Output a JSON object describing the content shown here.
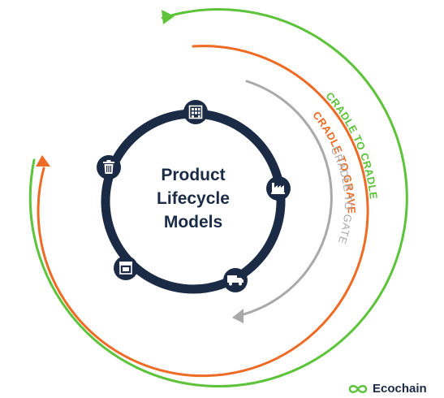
{
  "center": {
    "line1": "Product",
    "line2": "Lifecycle",
    "line3": "Models"
  },
  "models": [
    {
      "label": "CRADLE TO CRADLE",
      "color": "#5cc33b"
    },
    {
      "label": "CRADLE TO GRAVE",
      "color": "#ee6b25"
    },
    {
      "label": "CRADLE TO GATE",
      "color": "#a9a9a9"
    }
  ],
  "stages": [
    {
      "icon": "factory-building-icon"
    },
    {
      "icon": "manufacturing-plant-icon"
    },
    {
      "icon": "delivery-truck-icon"
    },
    {
      "icon": "retail-store-icon"
    },
    {
      "icon": "trash-bin-icon"
    }
  ],
  "colors": {
    "ring": "#1b2b45",
    "icon_fill": "#1b2b45",
    "icon_glyph": "#ffffff"
  },
  "brand": {
    "name": "Ecochain",
    "logo_color": "#5cc33b"
  }
}
